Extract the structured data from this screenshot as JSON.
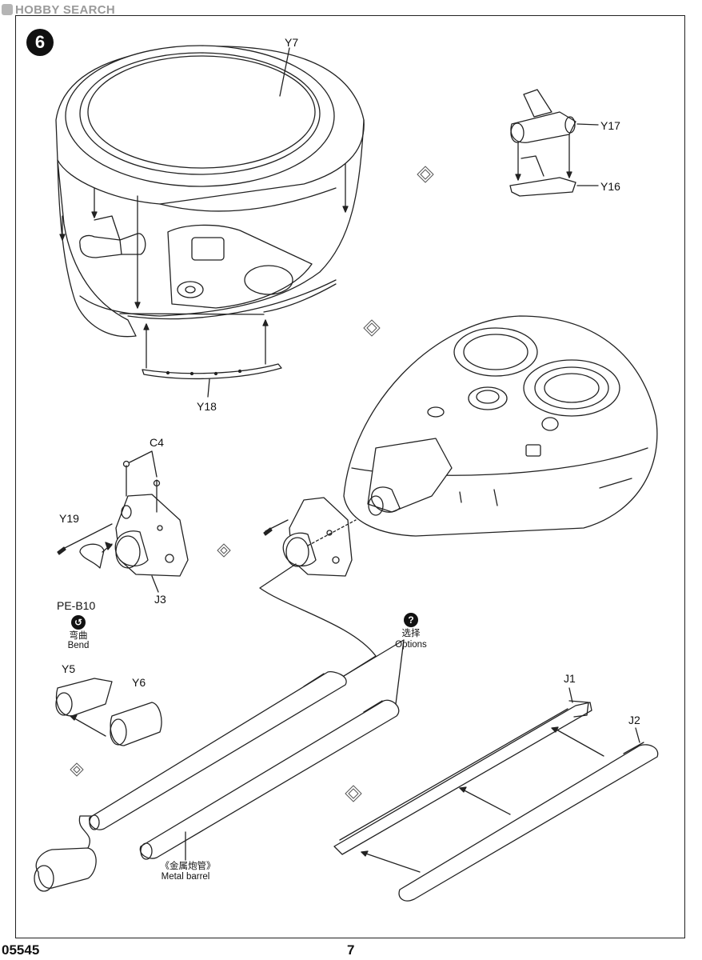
{
  "watermark": "HOBBY SEARCH",
  "step_number": "6",
  "part_labels": {
    "y7": "Y7",
    "y17": "Y17",
    "y16": "Y16",
    "y18": "Y18",
    "c4": "C4",
    "y19": "Y19",
    "j3": "J3",
    "pe_b10": "PE-B10",
    "y5": "Y5",
    "y6": "Y6",
    "j1": "J1",
    "j2": "J2"
  },
  "notes": {
    "bend_cn": "弯曲",
    "bend_en": "Bend",
    "options_cn": "选择",
    "options_en": "Options",
    "metal_barrel_cn": "《金属炮管》",
    "metal_barrel_en": "Metal barrel"
  },
  "symbols": {
    "bend_icon": "bend-icon",
    "options_icon": "question-icon",
    "options_glyph": "?",
    "bend_glyph": "↺"
  },
  "footer": {
    "product_code": "05545",
    "page_number": "7"
  }
}
